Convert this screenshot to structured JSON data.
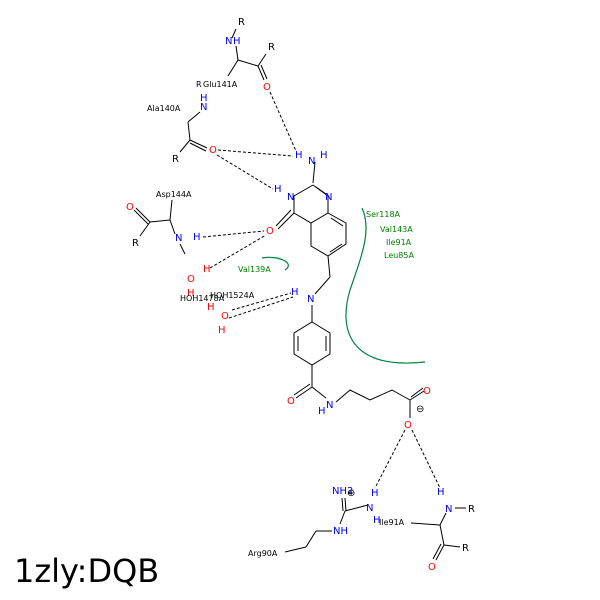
{
  "caption": "1zly:DQB",
  "colors": {
    "N": "#0000ff",
    "O": "#ff0000",
    "C": "#000000",
    "hydrophobic": "#008000"
  },
  "residues": {
    "glu141": "Glu141A",
    "ala140": "Ala140A",
    "asp144": "Asp144A",
    "hoh1478": "HOH1478A",
    "hoh1524": "HOH1524A",
    "ile91_bottom": "Ile91A",
    "arg90": "Arg90A"
  },
  "hydrophobic": {
    "val139": "Val139A",
    "group": [
      "Ser118A",
      "Val143A",
      "Ile91A",
      "Leu85A"
    ]
  },
  "atoms": {
    "N": "N",
    "H": "H",
    "O": "O",
    "R": "R",
    "NH2": "NH2",
    "NH": "NH",
    "plus": "⊕",
    "minus": "⊖"
  }
}
